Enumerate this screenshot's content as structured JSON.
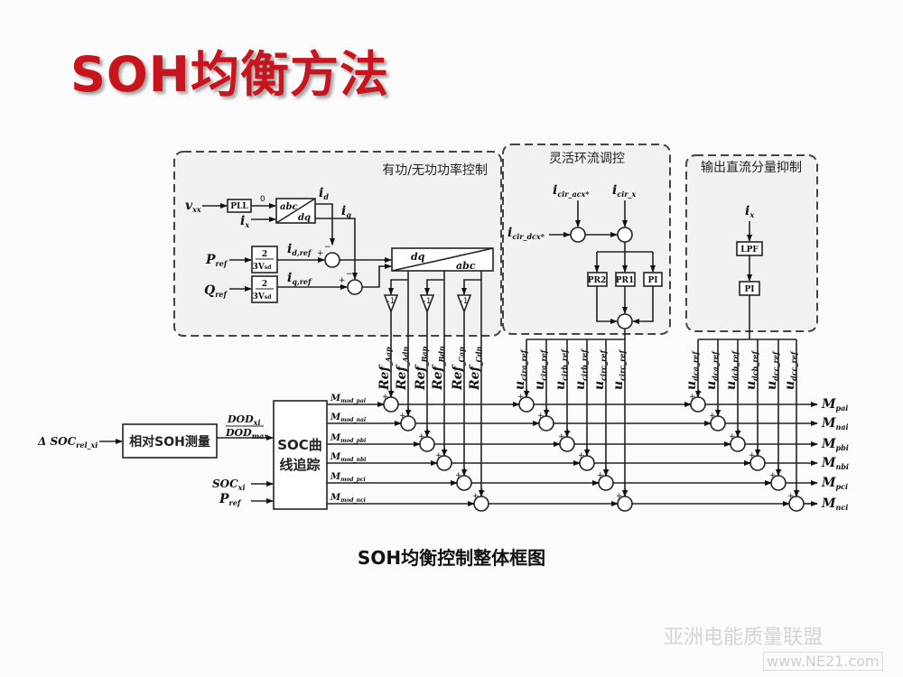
{
  "slide_title": "SOH均衡方法",
  "caption": "SOH均衡控制整体框图",
  "watermark": {
    "text": "亚洲电能质量联盟",
    "site": "www.NE21.com"
  },
  "power_control": {
    "title": "有功/无功功率控制",
    "v_in": {
      "main": "v",
      "sub": "xx"
    },
    "i_in": {
      "main": "i",
      "sub": "x"
    },
    "pll": "PLL",
    "zero": "0",
    "park_top": "abc",
    "park_bottom": "dq",
    "id": {
      "main": "i",
      "sub": "d"
    },
    "iq": {
      "main": "i",
      "sub": "q"
    },
    "p_ref": {
      "main": "P",
      "sub": "ref"
    },
    "q_ref": {
      "main": "Q",
      "sub": "ref"
    },
    "gain_num": "2",
    "gain_den": "3V",
    "gain_den_sub": "sd",
    "id_ref": {
      "main": "i",
      "sub": "d,ref"
    },
    "iq_ref": {
      "main": "i",
      "sub": "q,ref"
    },
    "invpark_top": "dq",
    "invpark_bottom": "abc",
    "neg": "-1"
  },
  "circulating_control": {
    "title": "灵活环流调控",
    "i_acx": {
      "main": "i",
      "sub": "cir_acx*"
    },
    "i_x": {
      "main": "i",
      "sub": "cir_x"
    },
    "i_dcx": {
      "main": "i",
      "sub": "cir_dcx*"
    },
    "blocks": [
      "PR2",
      "PR1",
      "PI"
    ]
  },
  "dc_suppression": {
    "title": "输出直流分量抑制",
    "i_x": {
      "main": "i",
      "sub": "x"
    },
    "lpf": "LPF",
    "pi": "PI"
  },
  "ref_labels": [
    {
      "main": "Ref",
      "sub": "_Aap"
    },
    {
      "main": "Ref",
      "sub": "_Adn"
    },
    {
      "main": "Ref",
      "sub": "_Bap"
    },
    {
      "main": "Ref",
      "sub": "_Bdn"
    },
    {
      "main": "Ref",
      "sub": "_Cap"
    },
    {
      "main": "Ref",
      "sub": "_Cdn"
    }
  ],
  "cir_labels": [
    {
      "main": "u",
      "sub": "cira_ref"
    },
    {
      "main": "u",
      "sub": "cira_ref"
    },
    {
      "main": "u",
      "sub": "cirb_ref"
    },
    {
      "main": "u",
      "sub": "cirb_ref"
    },
    {
      "main": "u",
      "sub": "circ_ref"
    },
    {
      "main": "u",
      "sub": "circ_ref"
    }
  ],
  "dc_labels": [
    {
      "main": "u",
      "sub": "dca_ref"
    },
    {
      "main": "u",
      "sub": "dca_ref"
    },
    {
      "main": "u",
      "sub": "dcb_ref"
    },
    {
      "main": "u",
      "sub": "dcb_ref"
    },
    {
      "main": "u",
      "sub": "dcc_ref"
    },
    {
      "main": "u",
      "sub": "dcc_ref"
    }
  ],
  "soh": {
    "input": {
      "main": "Δ SOC",
      "sub": "rel_xi"
    },
    "block": "相对SOH测量",
    "dod_num": {
      "main": "DOD",
      "sub": "xi"
    },
    "dod_den": {
      "main": "DOD",
      "sub": "max"
    }
  },
  "soc_tracking": {
    "block_line1": "SOC曲",
    "block_line2": "线追踪",
    "soc": {
      "main": "SOC",
      "sub": "xi"
    },
    "p_ref": {
      "main": "P",
      "sub": "ref"
    },
    "mod_outputs": [
      {
        "main": "M",
        "sub": "mod_pai"
      },
      {
        "main": "M",
        "sub": "mod_nai"
      },
      {
        "main": "M",
        "sub": "mod_pbi"
      },
      {
        "main": "M",
        "sub": "mod_nbi"
      },
      {
        "main": "M",
        "sub": "mod_pci"
      },
      {
        "main": "M",
        "sub": "mod_nci"
      }
    ]
  },
  "outputs": [
    {
      "main": "M",
      "sub": "pai"
    },
    {
      "main": "M",
      "sub": "nai"
    },
    {
      "main": "M",
      "sub": "pbi"
    },
    {
      "main": "M",
      "sub": "nbi"
    },
    {
      "main": "M",
      "sub": "pci"
    },
    {
      "main": "M",
      "sub": "nci"
    }
  ],
  "signs": {
    "plus": "+",
    "minus": "−"
  },
  "colors": {
    "title": "#c8141c",
    "box_fill": "#f1f1f1",
    "line": "#222222"
  }
}
